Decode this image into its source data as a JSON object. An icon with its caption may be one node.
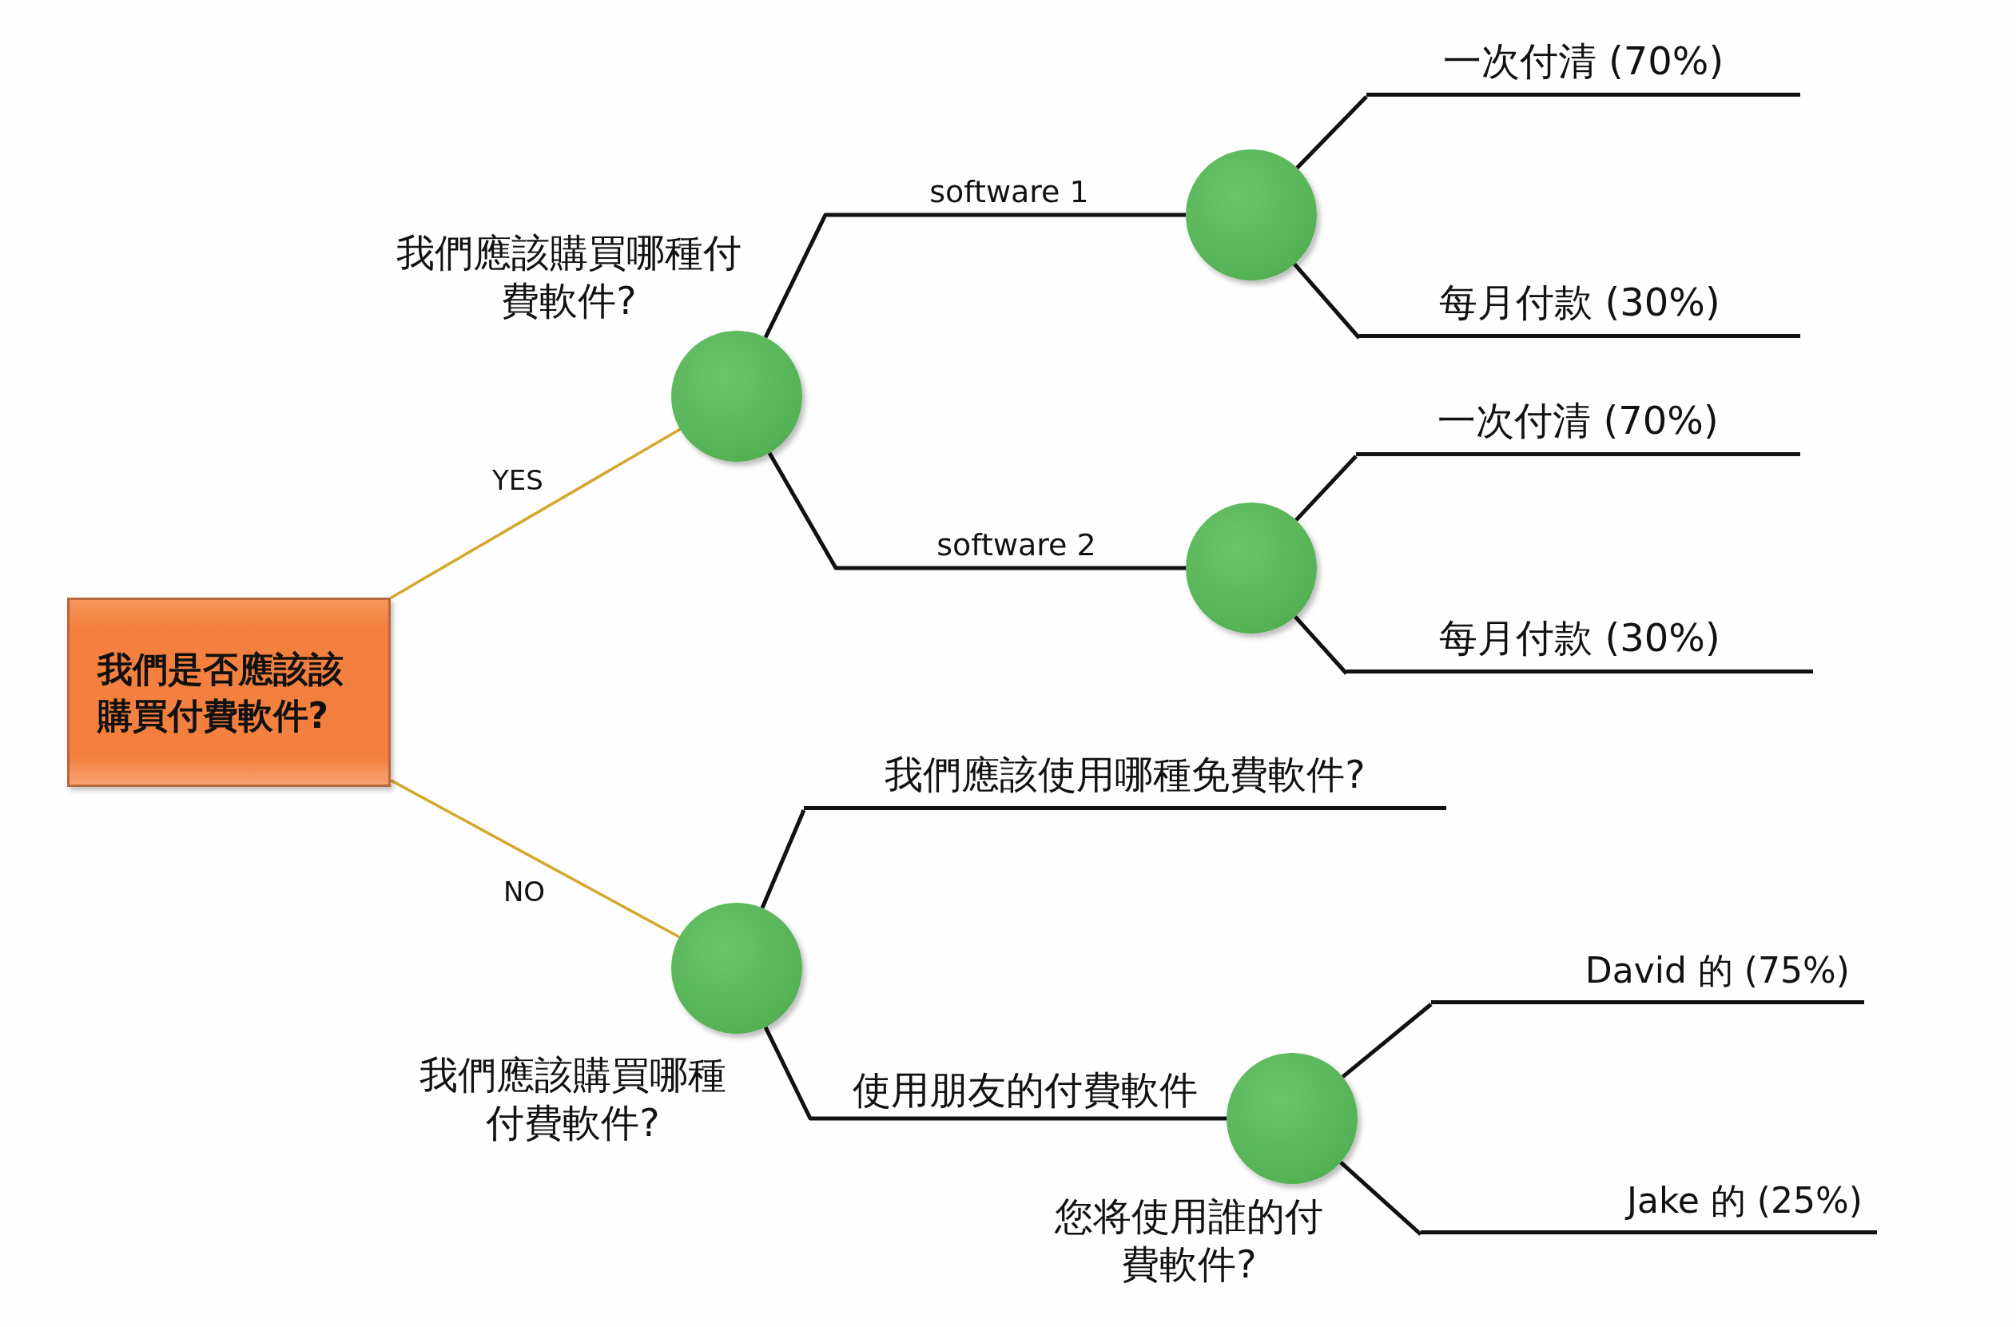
{
  "diagram": {
    "nodes": [
      {
        "text": [
          "我們是否應該該購買付費軟件?"
        ]
      },
      {
        "text": [],
        "shape": "circle",
        "beside": [
          "我們應該購買哪種付費軟件?"
        ]
      },
      {
        "text": [],
        "shape": "circle"
      },
      {
        "text": [],
        "shape": "circle"
      },
      {
        "text": [],
        "shape": "circle",
        "beside": [
          "我們應該購買哪種付費軟件?"
        ]
      },
      {
        "text": [],
        "shape": "circle",
        "beside": [
          "您将使用誰的付費軟件?"
        ]
      },
      {
        "text": [
          "一次付清 (70%)"
        ]
      },
      {
        "text": [
          "每月付款 (30%)"
        ]
      },
      {
        "text": [
          "一次付清 (70%)"
        ]
      },
      {
        "text": [
          "每月付款 (30%)"
        ]
      },
      {
        "text": [
          "我們應該使用哪種免費軟件?"
        ]
      },
      {
        "text": [
          "David 的 (75%)"
        ]
      },
      {
        "text": [
          "Jake 的 (25%)"
        ]
      }
    ],
    "edges": [
      {
        "from": 0,
        "to": 1,
        "arrow": "none",
        "label": "YES",
        "color": "#d4a62a"
      },
      {
        "from": 0,
        "to": 4,
        "arrow": "none",
        "label": "NO",
        "color": "#d4a62a"
      },
      {
        "from": 1,
        "to": 2,
        "arrow": "none",
        "label": "software 1"
      },
      {
        "from": 1,
        "to": 3,
        "arrow": "none",
        "label": "software 2"
      },
      {
        "from": 2,
        "to": 6,
        "arrow": "none"
      },
      {
        "from": 2,
        "to": 7,
        "arrow": "none"
      },
      {
        "from": 3,
        "to": 8,
        "arrow": "none"
      },
      {
        "from": 3,
        "to": 9,
        "arrow": "none"
      },
      {
        "from": 4,
        "to": 10,
        "arrow": "none"
      },
      {
        "from": 4,
        "to": 5,
        "arrow": "none",
        "label": "使用朋友的付費軟件"
      },
      {
        "from": 5,
        "to": 11,
        "arrow": "none"
      },
      {
        "from": 5,
        "to": 12,
        "arrow": "none"
      }
    ]
  }
}
